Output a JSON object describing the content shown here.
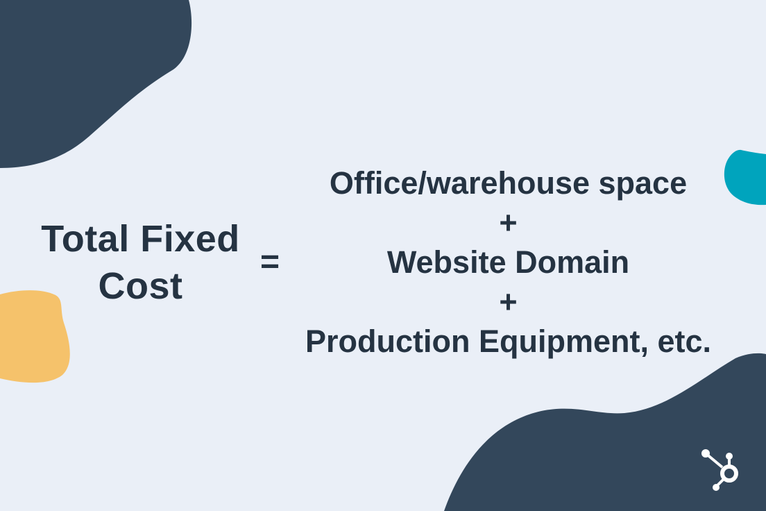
{
  "formula": {
    "lhs_line1": "Total Fixed",
    "lhs_line2": "Cost",
    "equals": "=",
    "rhs_terms": [
      "Office/warehouse space",
      "+",
      "Website Domain",
      "+",
      "Production Equipment, etc."
    ]
  },
  "colors": {
    "background": "#eaeff7",
    "text": "#253342",
    "navy_blob": "#33475b",
    "teal_blob": "#00a4bd",
    "yellow_blob": "#f5c26b",
    "logo": "#ffffff"
  },
  "logo": {
    "icon": "hubspot-sprocket-icon"
  }
}
